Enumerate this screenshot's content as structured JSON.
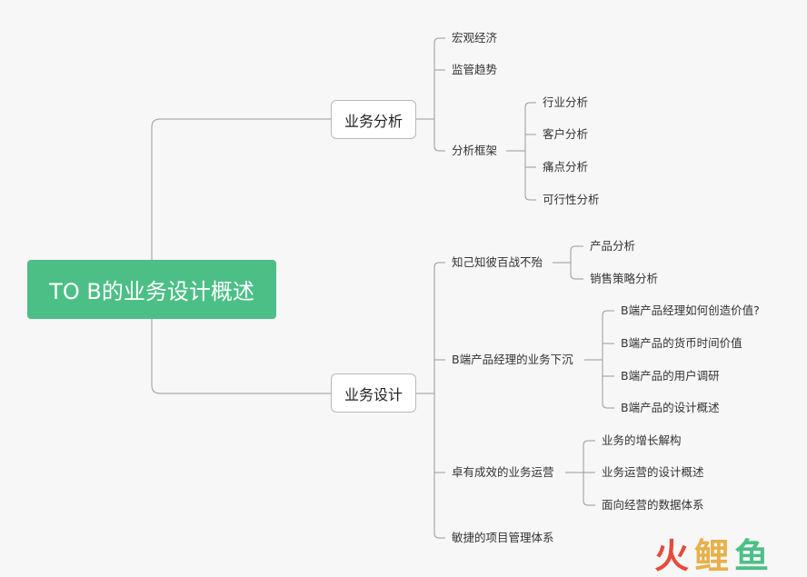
{
  "root": "TO B的业务设计概述",
  "branches": {
    "analysis": {
      "label": "业务分析",
      "items": [
        "宏观经济",
        "监管趋势",
        "分析框架"
      ],
      "framework": [
        "行业分析",
        "客户分析",
        "痛点分析",
        "可行性分析"
      ]
    },
    "design": {
      "label": "业务设计",
      "items": [
        "知己知彼百战不殆",
        "B端产品经理的业务下沉",
        "卓有成效的业务运营",
        "敏捷的项目管理体系"
      ],
      "know": [
        "产品分析",
        "销售策略分析"
      ],
      "sink": [
        "B端产品经理如何创造价值?",
        "B端产品的货币时间价值",
        "B端产品的用户调研",
        "B端产品的设计概述"
      ],
      "ops": [
        "业务的增长解构",
        "业务运营的设计概述",
        "面向经营的数据体系"
      ]
    }
  },
  "colors": {
    "root": "#4cbf87",
    "line": "#9a9a9a"
  }
}
